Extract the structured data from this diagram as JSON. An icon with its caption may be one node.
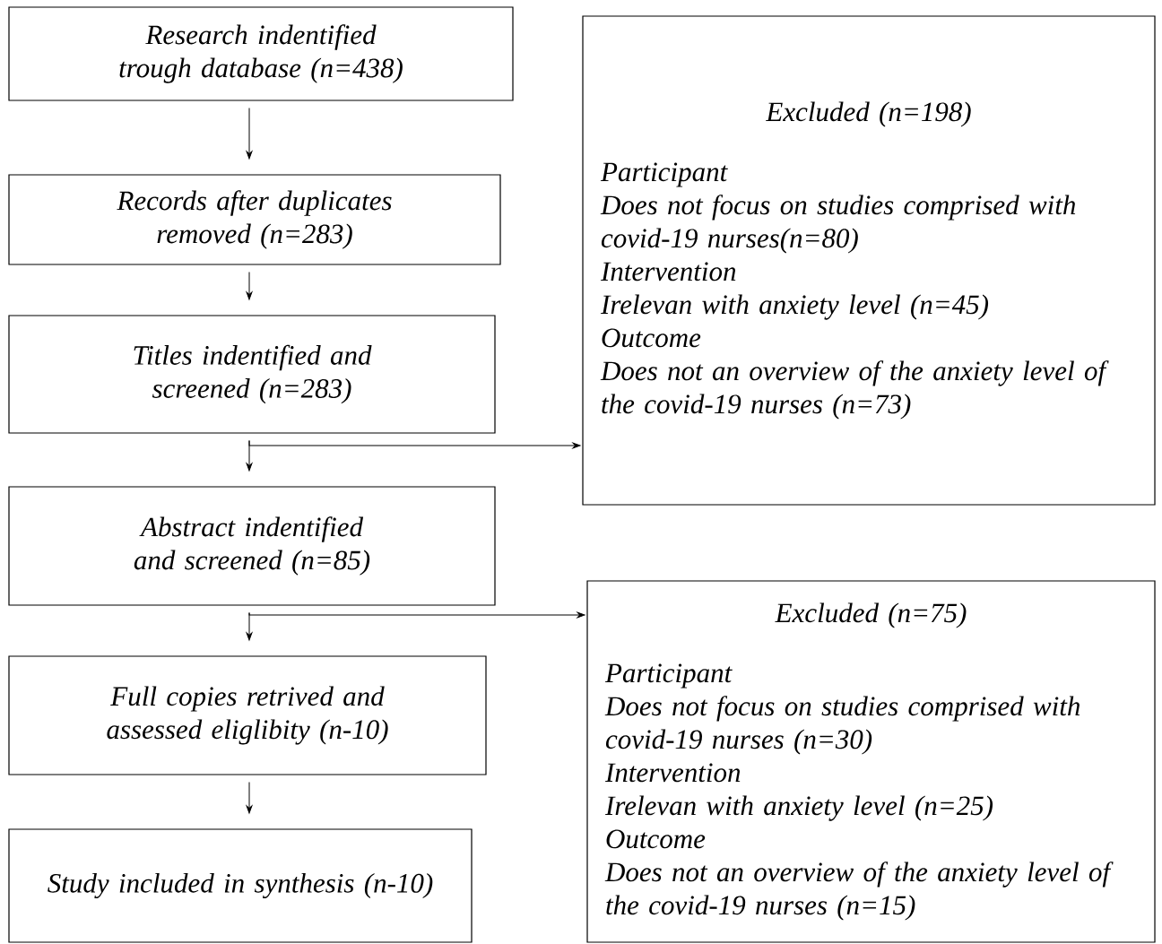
{
  "diagram": {
    "nodes": [
      {
        "text": [
          "Research indentified trough database (n=438)"
        ]
      },
      {
        "text": [
          "Records after duplicates removed (n=283)"
        ]
      },
      {
        "text": [
          "Titles indentified and screened (n=283)"
        ]
      },
      {
        "text": [
          "Abstract indentified and screened (n=85)"
        ]
      },
      {
        "text": [
          "Full copies retrived and assessed eliglibity (n-10)"
        ]
      },
      {
        "text": [
          "Study included in synthesis (n-10)"
        ]
      },
      {
        "text": [
          "Excluded (n=198)",
          "Participant",
          "Does not focus on studies comprised with covid-19 nurses(n=80)",
          "Intervention",
          "Irelevan with anxiety level (n=45)",
          "Outcome",
          "Does not an overview of the anxiety level of the covid-19 nurses (n=73)"
        ]
      },
      {
        "text": [
          "Excluded (n=75)",
          "Participant",
          "Does not focus on studies comprised with covid-19 nurses (n=30)",
          "Intervention",
          "Irelevan with anxiety level (n=25)",
          "Outcome",
          "Does not an overview of the anxiety level of the covid-19 nurses (n=15)"
        ]
      }
    ],
    "edges": [
      {
        "from": 0,
        "to": 1,
        "arrow": "to"
      },
      {
        "from": 1,
        "to": 2,
        "arrow": "to"
      },
      {
        "from": 2,
        "to": 3,
        "arrow": "to"
      },
      {
        "from": 2,
        "to": 6,
        "arrow": "to"
      },
      {
        "from": 3,
        "to": 4,
        "arrow": "to"
      },
      {
        "from": 3,
        "to": 7,
        "arrow": "to"
      },
      {
        "from": 4,
        "to": 5,
        "arrow": "to"
      }
    ]
  }
}
